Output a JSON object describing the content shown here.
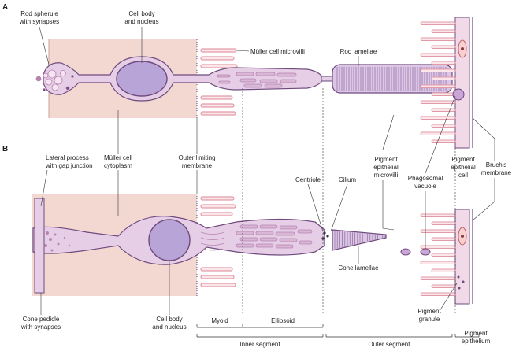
{
  "panels": {
    "a": "A",
    "b": "B"
  },
  "labels": {
    "rod_spherule": [
      "Rod spherule",
      "with synapses"
    ],
    "cell_body_a": [
      "Cell body",
      "and nucleus"
    ],
    "muller_microvilli": "Müller cell microvilli",
    "rod_lamellae": "Rod lamellae",
    "lateral_process": [
      "Lateral process",
      "with gap junction"
    ],
    "muller_cytoplasm": [
      "Müller cell",
      "cytoplasm"
    ],
    "outer_limiting": [
      "Outer limiting",
      "membrane"
    ],
    "centriole": "Centriole",
    "cilium": "Cilium",
    "pigment_microvilli": [
      "Pigment",
      "epithelial",
      "microvilli"
    ],
    "phagosomal_vacuole": [
      "Phagosomal",
      "vacuole"
    ],
    "pigment_cell": [
      "Pigment",
      "epithelial",
      "cell"
    ],
    "bruchs_membrane": [
      "Bruch's",
      "membrane"
    ],
    "cone_lamellae": "Cone lamellae",
    "cone_pedicle": [
      "Cone pedicle",
      "with synapses"
    ],
    "cell_body_b": [
      "Cell body",
      "and nucleus"
    ],
    "pigment_granule": [
      "Pigment",
      "granule"
    ],
    "myoid": "Myoid",
    "ellipsoid": "Ellipsoid",
    "inner_segment": "Inner segment",
    "outer_segment": "Outer segment",
    "pigment_epithelium": [
      "Pigment",
      "epithelium"
    ]
  },
  "colors": {
    "outline": "#6f4a7e",
    "cell_fill": "#e6cfe6",
    "nucleus_fill": "#b9a4d8",
    "muller_band": "#f3d8d2",
    "microvilli": "#e39aa8",
    "organelle": "#b784b2",
    "leader": "#333333"
  }
}
